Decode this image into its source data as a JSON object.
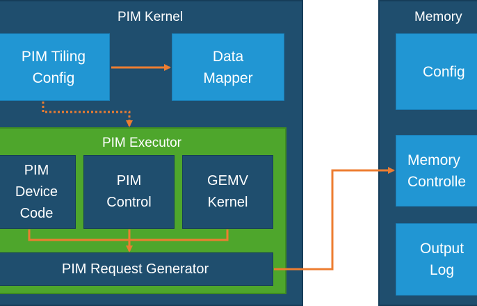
{
  "kernel": {
    "title": "PIM Kernel",
    "tiling_config": "PIM Tiling\nConfig",
    "data_mapper": "Data\nMapper",
    "executor": {
      "title": "PIM Executor",
      "device_code": "PIM\nDevice\nCode",
      "control": "PIM\nControl",
      "gemv_kernel": "GEMV\nKernel",
      "request_generator": "PIM Request Generator"
    }
  },
  "memory": {
    "title": "Memory",
    "config": "Config",
    "controller": "Memory\nControlle",
    "output_log": "Output\nLog"
  },
  "colors": {
    "panel": "#1f4e6e",
    "blue_box": "#2196d3",
    "executor_green": "#4ea62c",
    "arrow": "#ed7d31"
  }
}
